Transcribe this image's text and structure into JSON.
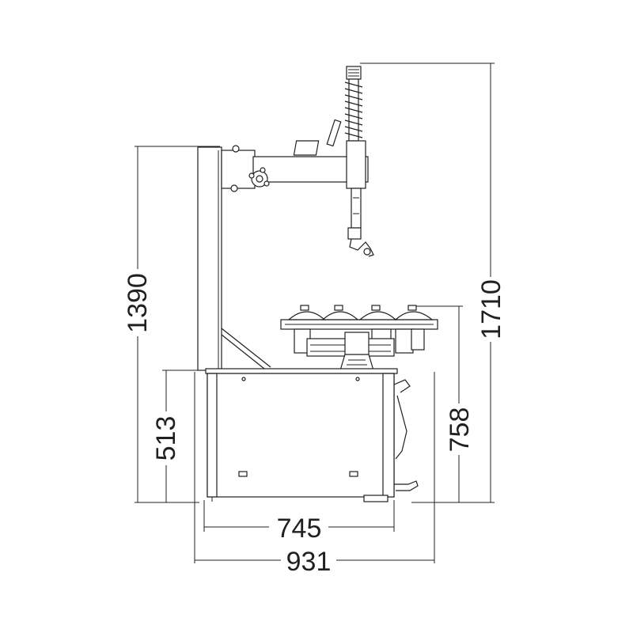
{
  "dimensions": {
    "base_depth": "745",
    "overall_width": "931",
    "column_height": "1390",
    "overall_height": "1710",
    "cabinet_height": "513",
    "turntable_height": "758"
  },
  "colors": {
    "line": "#231f20",
    "background": "#ffffff"
  }
}
